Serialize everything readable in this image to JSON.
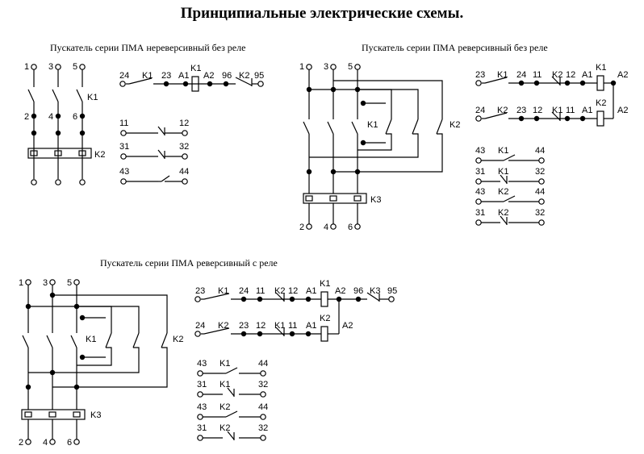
{
  "title": "Принципиальные электрические схемы.",
  "captions": {
    "nonrev": "Пускатель серии ПМА нереверсивный без реле",
    "rev": "Пускатель серии ПМА реверсивный без реле",
    "rev_relay": "Пускатель серии ПМА реверсивный с реле"
  },
  "labels": {
    "t1": "1",
    "t2": "2",
    "t3": "3",
    "t4": "4",
    "t5": "5",
    "t6": "6",
    "K1": "K1",
    "K2": "K2",
    "K3": "K3",
    "A1": "A1",
    "A2": "A2",
    "n11": "11",
    "n12": "12",
    "n23": "23",
    "n24": "24",
    "n31": "31",
    "n32": "32",
    "n43": "43",
    "n44": "44",
    "n95": "95",
    "n96": "96"
  }
}
